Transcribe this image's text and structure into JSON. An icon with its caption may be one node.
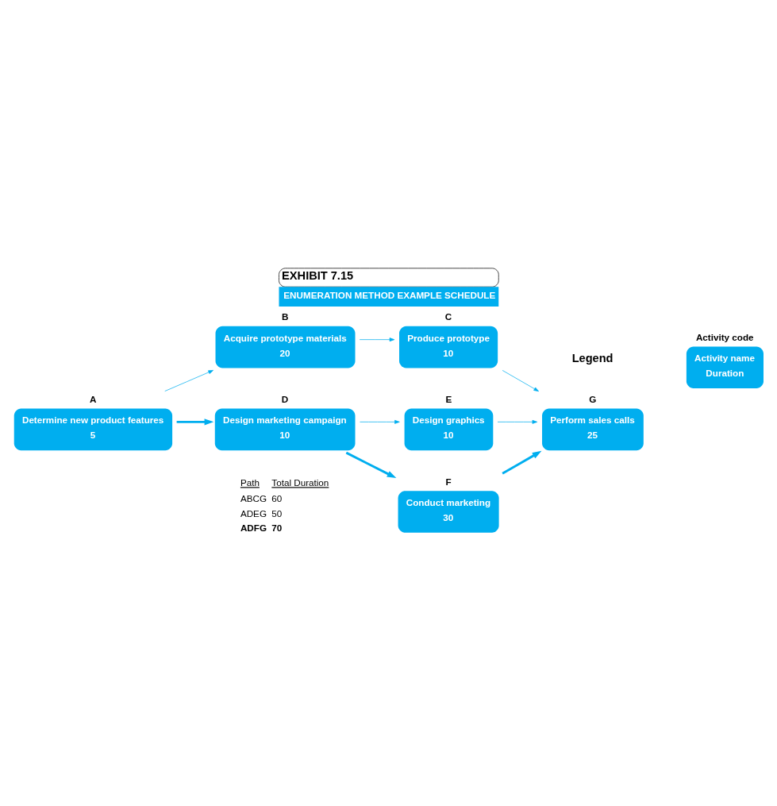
{
  "diagram": {
    "title": "EXHIBIT 7.15",
    "caption": "ENUMERATION METHOD EXAMPLE SCHEDULE",
    "nodes": [
      {
        "text": [
          "A",
          "Determine new product features",
          "5"
        ]
      },
      {
        "text": [
          "B",
          "Acquire prototype materials",
          "20"
        ]
      },
      {
        "text": [
          "C",
          "Produce prototype",
          "10"
        ]
      },
      {
        "text": [
          "D",
          "Design marketing campaign",
          "10"
        ]
      },
      {
        "text": [
          "E",
          "Design graphics",
          "10"
        ]
      },
      {
        "text": [
          "F",
          "Conduct marketing",
          "30"
        ]
      },
      {
        "text": [
          "G",
          "Perform sales calls",
          "25"
        ]
      },
      {
        "text": [
          "Activity code",
          "Activity name",
          "Duration"
        ]
      }
    ],
    "edges": [
      {
        "from": 0,
        "to": 1,
        "arrow": "to"
      },
      {
        "from": 0,
        "to": 3,
        "arrow": "to",
        "style": "thick"
      },
      {
        "from": 1,
        "to": 2,
        "arrow": "to"
      },
      {
        "from": 2,
        "to": 6,
        "arrow": "to"
      },
      {
        "from": 3,
        "to": 4,
        "arrow": "to"
      },
      {
        "from": 3,
        "to": 5,
        "arrow": "to",
        "style": "thick"
      },
      {
        "from": 4,
        "to": 6,
        "arrow": "to"
      },
      {
        "from": 5,
        "to": 6,
        "arrow": "to",
        "style": "thick"
      }
    ],
    "labels": [
      "Legend",
      "Path",
      "Total Duration",
      "ABCG",
      "60",
      "ADEG",
      "50",
      "ADFG",
      "70"
    ]
  }
}
